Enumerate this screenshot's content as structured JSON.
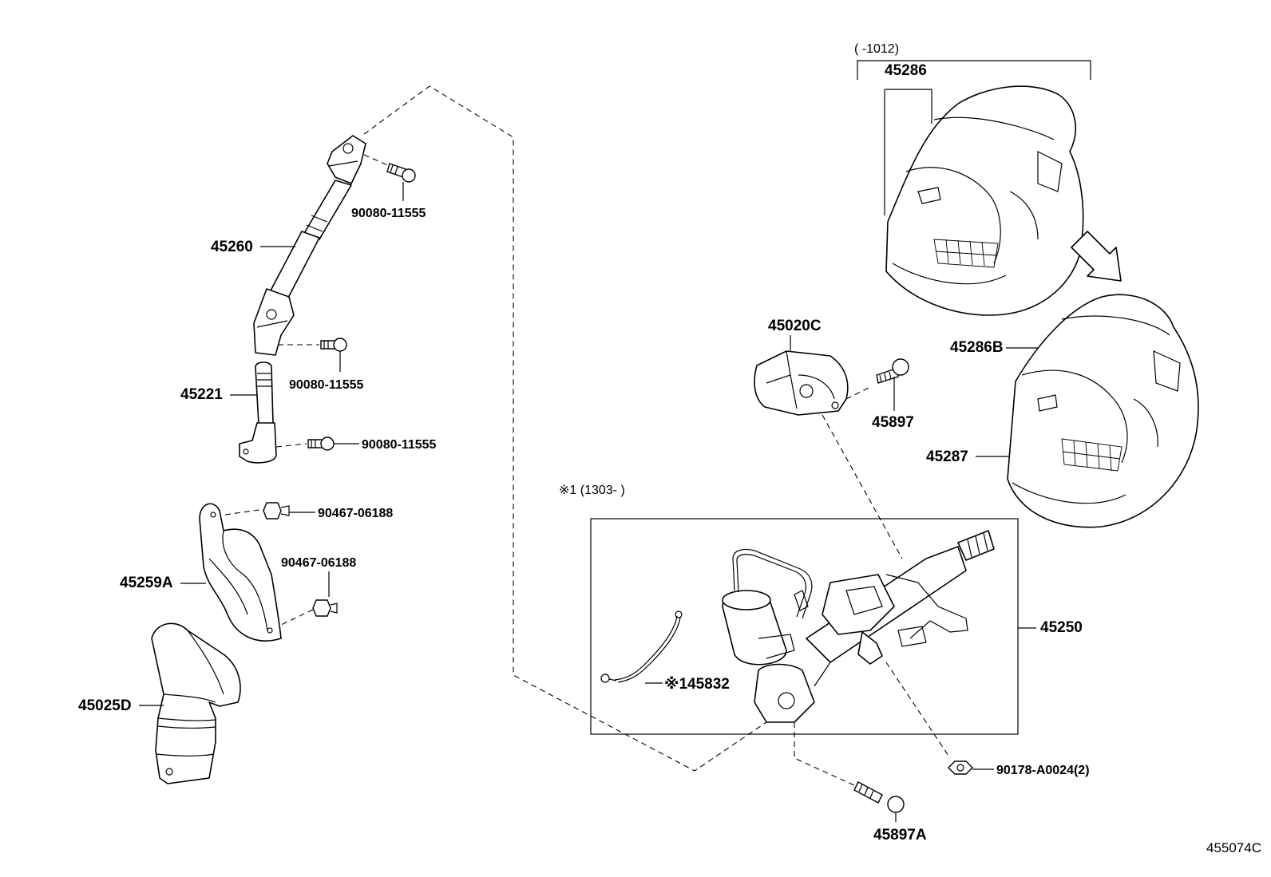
{
  "diagram": {
    "ref_code": "455074C",
    "date_range_top": "(    -1012)",
    "date_range_note": "※1 (1303-    )"
  },
  "parts": {
    "p45286": "45286",
    "p45286B": "45286B",
    "p45287": "45287",
    "p45020C": "45020C",
    "p45897": "45897",
    "p45897A": "45897A",
    "p45250": "45250",
    "p45832": "※145832",
    "p90178": "90178-A0024(2)",
    "p45260": "45260",
    "p90080a": "90080-11555",
    "p90080b": "90080-11555",
    "p90080c": "90080-11555",
    "p45221": "45221",
    "p90467a": "90467-06188",
    "p90467b": "90467-06188",
    "p45259A": "45259A",
    "p45025D": "45025D"
  }
}
